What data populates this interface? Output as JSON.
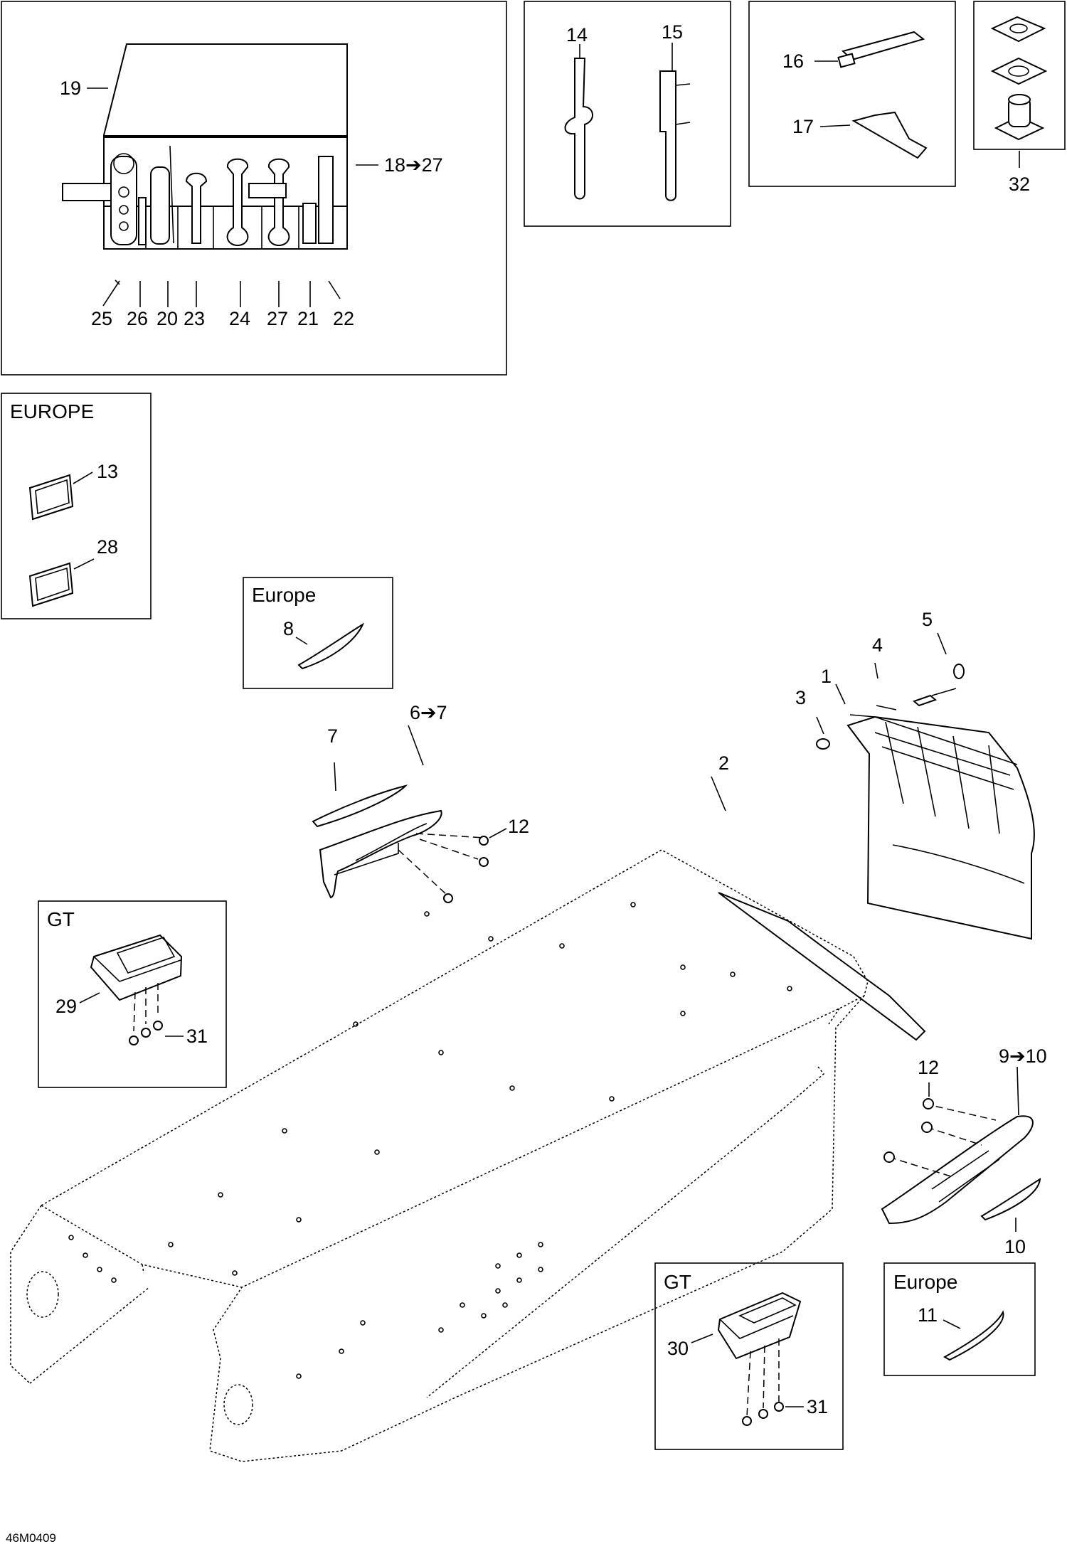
{
  "diagram_code": "46M0409",
  "boxes": {
    "europe_decals": "EUROPE",
    "europe_top": "Europe",
    "gt_left": "GT",
    "gt_right": "GT",
    "europe_right": "Europe"
  },
  "callouts": {
    "c1": "1",
    "c2": "2",
    "c3": "3",
    "c4": "4",
    "c5": "5",
    "c6_7": "6➔7",
    "c7": "7",
    "c8": "8",
    "c9_10": "9➔10",
    "c10": "10",
    "c11": "11",
    "c12a": "12",
    "c12b": "12",
    "c13": "13",
    "c14": "14",
    "c15": "15",
    "c16": "16",
    "c17": "17",
    "c18_27": "18➔27",
    "c19": "19",
    "c20": "20",
    "c21": "21",
    "c22": "22",
    "c23": "23",
    "c24": "24",
    "c25": "25",
    "c26": "26",
    "c27": "27",
    "c28": "28",
    "c29": "29",
    "c30": "30",
    "c31a": "31",
    "c31b": "31",
    "c32": "32"
  }
}
